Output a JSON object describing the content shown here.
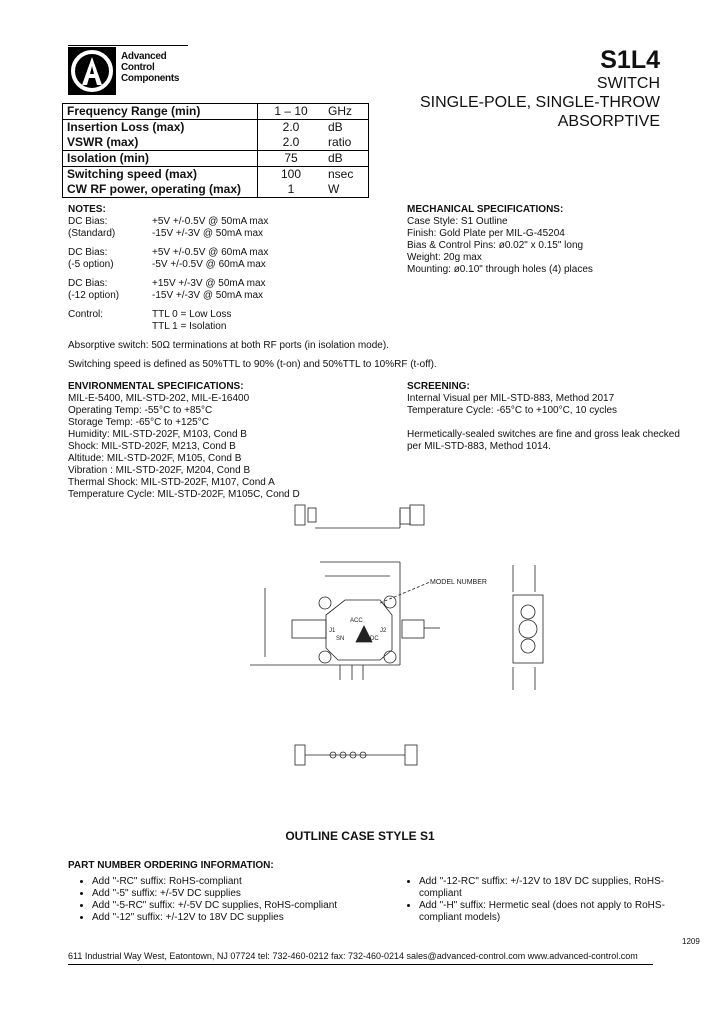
{
  "logo": {
    "lines": [
      "Advanced",
      "Control",
      "Components"
    ]
  },
  "header": {
    "part_number": "S1L4",
    "subtitle_lines": [
      "SWITCH",
      "SINGLE-POLE, SINGLE-THROW",
      "ABSORPTIVE"
    ]
  },
  "specs": [
    {
      "param": "Frequency Range (min)",
      "value": "1 – 10",
      "unit": "GHz"
    },
    {
      "param": "Insertion Loss (max)",
      "value": "2.0",
      "unit": "dB"
    },
    {
      "param": "VSWR (max)",
      "value": "2.0",
      "unit": "ratio"
    },
    {
      "param": "Isolation (min)",
      "value": "75",
      "unit": "dB"
    },
    {
      "param": "Switching speed (max)",
      "value": "100",
      "unit": "nsec"
    },
    {
      "param": "CW RF power, operating (max)",
      "value": "1",
      "unit": "W"
    }
  ],
  "notes": {
    "heading": "NOTES:",
    "groups": [
      {
        "labels": [
          "DC Bias:",
          "(Standard)"
        ],
        "values": [
          "+5V +/-0.5V @ 50mA max",
          "-15V +/-3V @ 50mA max"
        ]
      },
      {
        "labels": [
          "DC Bias:",
          "(-5 option)"
        ],
        "values": [
          "+5V +/-0.5V @ 60mA max",
          "-5V +/-0.5V @ 60mA max"
        ]
      },
      {
        "labels": [
          "DC Bias:",
          "(-12 option)"
        ],
        "values": [
          "+15V +/-3V @ 50mA max",
          "-15V +/-3V @ 50mA max"
        ]
      },
      {
        "labels": [
          "Control:",
          ""
        ],
        "values": [
          "TTL 0 = Low Loss",
          "TTL 1 = Isolation"
        ]
      }
    ],
    "absorptive": "Absorptive switch:  50Ω terminations at both RF ports (in isolation mode).",
    "switching": "Switching speed is defined as 50%TTL to 90% (t-on) and 50%TTL to 10%RF (t-off)."
  },
  "mechanical": {
    "heading": "MECHANICAL SPECIFICATIONS:",
    "lines": [
      "Case Style: S1 Outline",
      "Finish: Gold Plate per MIL-G-45204",
      "Bias & Control Pins: ø0.02\" x 0.15\" long",
      "Weight: 20g max",
      "Mounting: ø0.10\" through holes (4) places"
    ]
  },
  "environmental": {
    "heading": "ENVIRONMENTAL SPECIFICATIONS:",
    "lines": [
      "MIL-E-5400, MIL-STD-202, MIL-E-16400",
      "Operating Temp: -55°C to +85°C",
      "Storage Temp: -65°C to +125°C",
      "Humidity: MIL-STD-202F, M103, Cond B",
      "Shock: MIL-STD-202F, M213, Cond B",
      "Altitude: MIL-STD-202F, M105, Cond B",
      "Vibration : MIL-STD-202F, M204, Cond B",
      "Thermal Shock: MIL-STD-202F, M107, Cond A",
      "Temperature Cycle: MIL-STD-202F, M105C, Cond D"
    ]
  },
  "screening": {
    "heading": "SCREENING:",
    "lines": [
      "Internal Visual per MIL-STD-883, Method 2017",
      "Temperature Cycle: -65°C to +100°C, 10 cycles"
    ],
    "lines2": [
      "Hermetically-sealed switches are fine and gross leak checked",
      "per MIL-STD-883, Method 1014."
    ]
  },
  "drawing": {
    "title": "OUTLINE CASE STYLE S1",
    "model_label": "MODEL NUMBER",
    "body_text": [
      "ACC",
      "J1",
      "J2",
      "SN",
      "DC"
    ]
  },
  "ordering": {
    "heading": "PART NUMBER ORDERING INFORMATION:",
    "left": [
      "Add \"-RC\" suffix: RoHS-compliant",
      "Add \"-5\" suffix: +/-5V DC supplies",
      "Add \"-5-RC\" suffix: +/-5V DC supplies, RoHS-compliant",
      "Add \"-12\" suffix: +/-12V to 18V DC supplies"
    ],
    "right": [
      "Add \"-12-RC\" suffix: +/-12V to 18V DC supplies, RoHS-compliant",
      "Add \"-H\" suffix: Hermetic seal (does not apply to RoHS-compliant models)"
    ]
  },
  "doc_code": "1209",
  "footer": "611 Industrial Way West, Eatontown, NJ  07724    tel: 732-460-0212   fax: 732-460-0214    sales@advanced-control.com     www.advanced-control.com"
}
